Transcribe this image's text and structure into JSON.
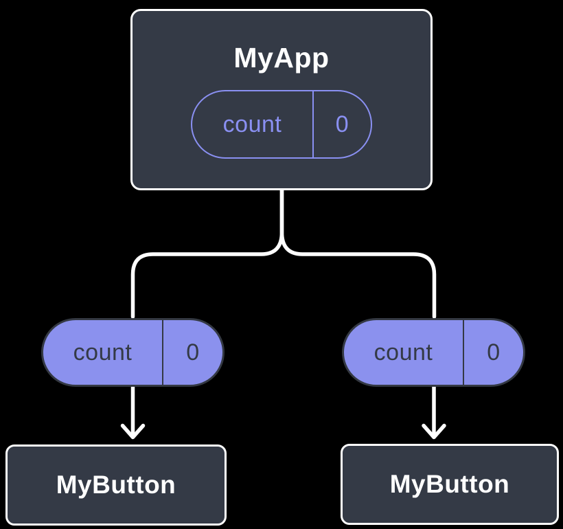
{
  "diagram": {
    "root": {
      "label": "MyApp",
      "pill": {
        "key": "count",
        "value": "0"
      }
    },
    "left_branch": {
      "pill": {
        "key": "count",
        "value": "0"
      },
      "child": {
        "label": "MyButton"
      }
    },
    "right_branch": {
      "pill": {
        "key": "count",
        "value": "0"
      },
      "child": {
        "label": "MyButton"
      }
    },
    "colors": {
      "background": "#000000",
      "node_fill": "#343a46",
      "node_border": "#ffffff",
      "accent_purple": "#8a90f2",
      "pill_fill": "#8b91ee",
      "pill_outline_dark": "#343943",
      "pill_text_dark": "#343a46",
      "connector_line": "#ffffff"
    }
  }
}
